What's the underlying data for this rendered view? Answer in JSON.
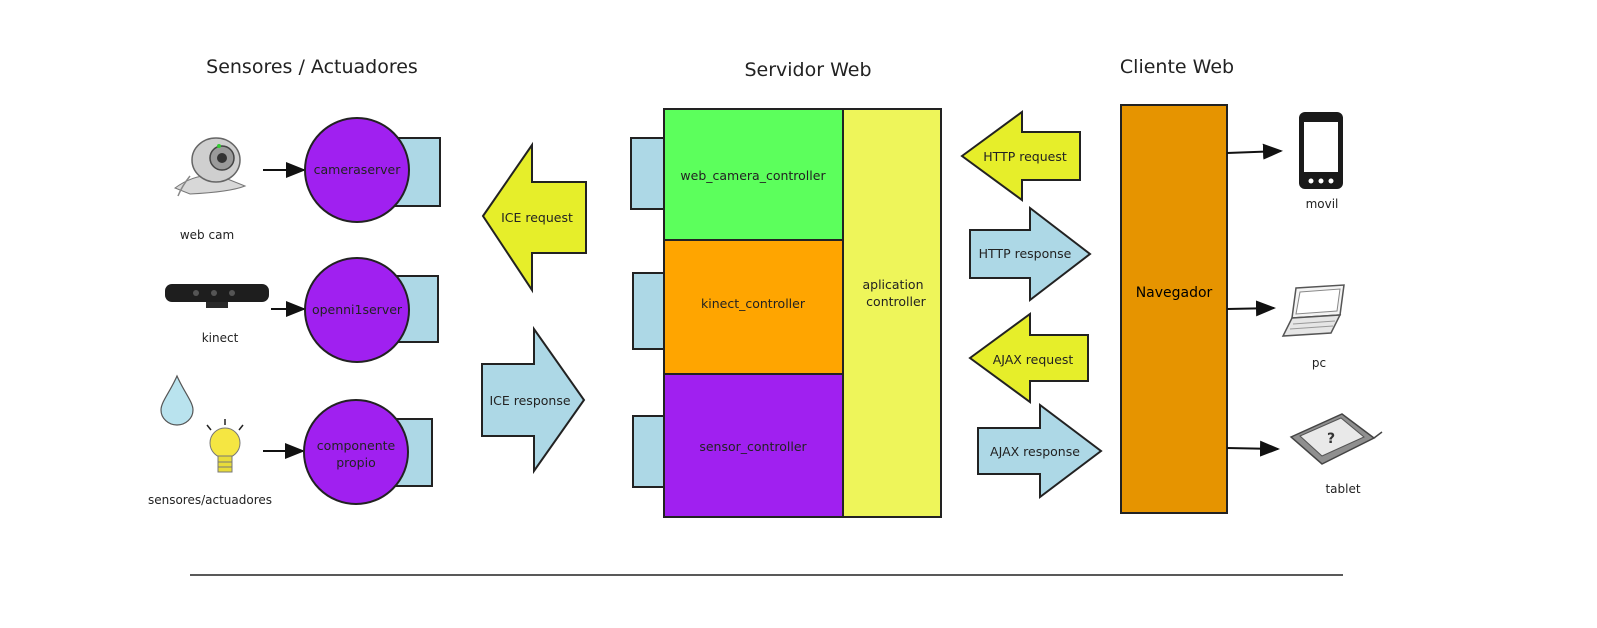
{
  "headings": {
    "sensors": "Sensores / Actuadores",
    "server": "Servidor Web",
    "client": "Cliente Web"
  },
  "devices": {
    "webcam": "web cam",
    "kinect": "kinect",
    "custom": "sensores/actuadores"
  },
  "servers": {
    "camera": "cameraserver",
    "openni": "openni1server",
    "custom_line1": "componente",
    "custom_line2": "propio"
  },
  "ice": {
    "request": "ICE request",
    "response": "ICE response"
  },
  "controllers": {
    "webcam": "web_camera_controller",
    "kinect": "kinect_controller",
    "sensor": "sensor_controller",
    "app_line1": "aplication",
    "app_line2": "controller"
  },
  "http": {
    "request": "HTTP request",
    "response": "HTTP response"
  },
  "ajax": {
    "request": "AJAX request",
    "response": "AJAX response"
  },
  "browser": "Navegador",
  "clients": {
    "mobile": "movil",
    "pc": "pc",
    "tablet": "tablet"
  },
  "colors": {
    "purple": "#a020f0",
    "light_blue": "#add8e6",
    "yellow_arrow": "#e6ee2a",
    "green": "#5cff5c",
    "orange": "#ffa500",
    "app_yellow": "#eef55a",
    "browser_orange": "#e69400"
  }
}
